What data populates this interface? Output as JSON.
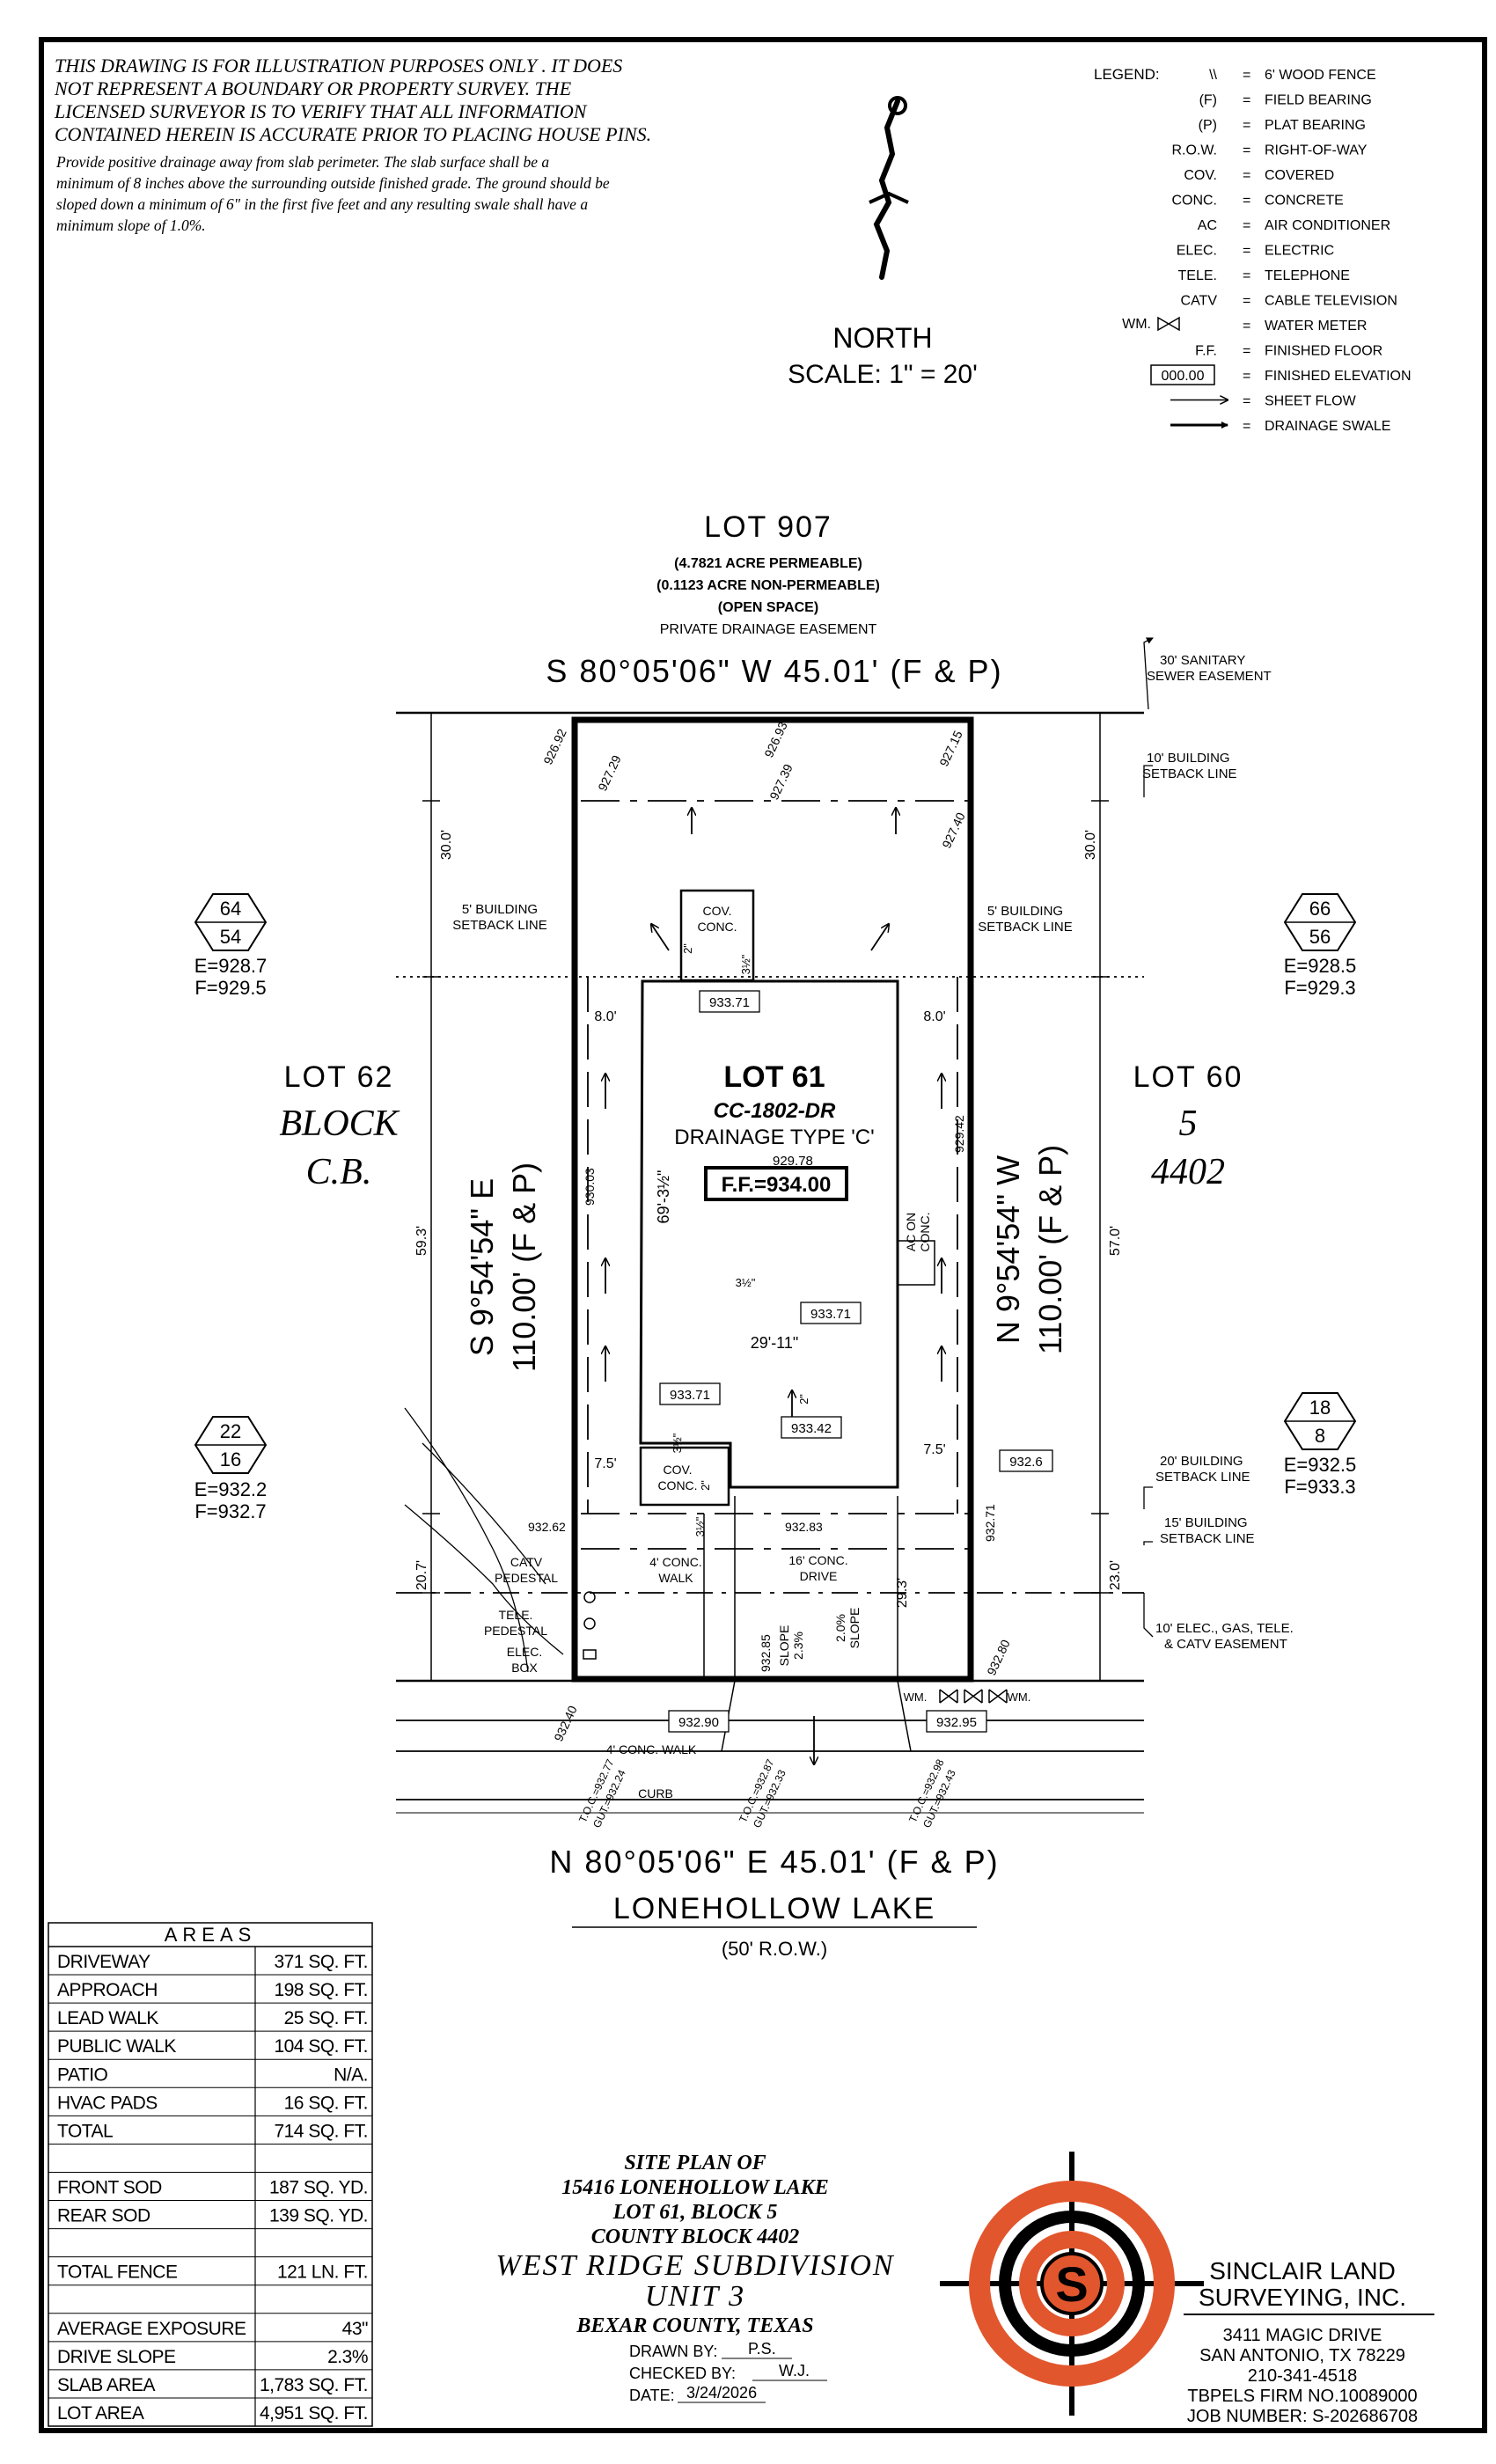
{
  "disclaimer": {
    "lines": [
      "THIS DRAWING IS FOR ILLUSTRATION PURPOSES ONLY . IT DOES",
      "NOT REPRESENT A BOUNDARY OR PROPERTY SURVEY. THE",
      "LICENSED SURVEYOR IS TO VERIFY THAT ALL INFORMATION",
      "CONTAINED HEREIN IS ACCURATE PRIOR TO PLACING HOUSE PINS."
    ],
    "drainage_lines": [
      "Provide positive drainage away from slab perimeter. The slab surface shall be a",
      "minimum of 8 inches above the surrounding outside finished grade. The ground should be",
      "sloped down a minimum of 6\" in the first five feet and any resulting swale shall have a",
      "minimum slope of 1.0%."
    ]
  },
  "north": {
    "label": "NORTH",
    "scale": "SCALE:  1\"  =  20'"
  },
  "legend": {
    "title": "LEGEND:",
    "items": [
      {
        "symbol": "\\\\",
        "eq": "=",
        "desc": "6' WOOD FENCE"
      },
      {
        "symbol": "(F)",
        "eq": "=",
        "desc": "FIELD BEARING"
      },
      {
        "symbol": "(P)",
        "eq": "=",
        "desc": "PLAT BEARING"
      },
      {
        "symbol": "R.O.W.",
        "eq": "=",
        "desc": "RIGHT-OF-WAY"
      },
      {
        "symbol": "COV.",
        "eq": "=",
        "desc": "COVERED"
      },
      {
        "symbol": "CONC.",
        "eq": "=",
        "desc": "CONCRETE"
      },
      {
        "symbol": "AC",
        "eq": "=",
        "desc": "AIR CONDITIONER"
      },
      {
        "symbol": "ELEC.",
        "eq": "=",
        "desc": "ELECTRIC"
      },
      {
        "symbol": "TELE.",
        "eq": "=",
        "desc": "TELEPHONE"
      },
      {
        "symbol": "CATV",
        "eq": "=",
        "desc": "CABLE TELEVISION"
      },
      {
        "symbol": "WM.",
        "eq": "=",
        "desc": "WATER METER"
      },
      {
        "symbol": "F.F.",
        "eq": "=",
        "desc": "FINISHED FLOOR"
      },
      {
        "symbol": "000.00",
        "eq": "=",
        "desc": "FINISHED ELEVATION"
      },
      {
        "symbol": "",
        "eq": "=",
        "desc": "SHEET FLOW"
      },
      {
        "symbol": "",
        "eq": "=",
        "desc": "DRAINAGE SWALE"
      }
    ]
  },
  "rear_lot": {
    "title": "LOT 907",
    "lines": [
      "(4.7821 ACRE PERMEABLE)",
      "(0.1123 ACRE NON-PERMEABLE)",
      "(OPEN SPACE)",
      "PRIVATE DRAINAGE EASEMENT"
    ]
  },
  "bearings": {
    "top": "S 80°05'06\" W 45.01' (F & P)",
    "bottom": "N 80°05'06\" E 45.01' (F & P)",
    "left_1": "S 9°54'54\" E",
    "left_2": "110.00' (F & P)",
    "right_1": "N 9°54'54\" W",
    "right_2": "110.00' (F & P)"
  },
  "easements": {
    "sanitary": [
      "30' SANITARY",
      "SEWER EASEMENT"
    ],
    "rear_setback": [
      "10' BUILDING",
      "SETBACK LINE"
    ],
    "side_left": [
      "5' BUILDING",
      "SETBACK LINE"
    ],
    "side_right": [
      "5' BUILDING",
      "SETBACK LINE"
    ],
    "front_20": [
      "20' BUILDING",
      "SETBACK LINE"
    ],
    "front_15": [
      "15' BUILDING",
      "SETBACK LINE"
    ],
    "utility": [
      "10' ELEC., GAS, TELE.",
      "& CATV EASEMENT"
    ]
  },
  "dims": {
    "rear_left": "30.0'",
    "rear_right": "30.0'",
    "side_left_8": "8.0'",
    "side_right_8": "8.0'",
    "depth_left": "59.3'",
    "depth_right": "57.0'",
    "front_left": "20.7'",
    "front_right": "23.0'",
    "side_left_75": "7.5'",
    "side_right_75": "7.5'",
    "house_depth": "69'-3½\"",
    "house_width": "29'-11\"",
    "drive_len": "29.3'",
    "dim_2a": "2\"",
    "dim_2b": "2\"",
    "dim_2c": "2\"",
    "step_a": "3½\"",
    "step_b": "3½\"",
    "step_c": "3½\"",
    "step_d": "3½\""
  },
  "spot_elevations": {
    "e1": "926.92",
    "e2": "927.29",
    "e3": "926.93",
    "e4": "927.39",
    "e5": "927.15",
    "e6": "927.40",
    "e7": "930.03",
    "e8": "929.42",
    "e9": "929.78",
    "e10": "932.62",
    "e11": "932.83",
    "e12": "932.71",
    "e13": "932.85",
    "e14": "932.80",
    "e15": "932.40",
    "toc1": "T.O.C.=932.77",
    "toc1b": "GUT.=932.24",
    "toc2": "T.O.C.=932.87",
    "toc2b": "GUT.=932.33",
    "toc3": "T.O.C.=932.98",
    "toc3b": "GUT.=932.43"
  },
  "boxed_elevations": {
    "b1": "933.71",
    "b2": "933.71",
    "b3": "933.71",
    "b4": "933.42",
    "b5": "932.6",
    "b6": "932.90",
    "b7": "932.95"
  },
  "lot": {
    "name": "LOT 61",
    "plan": "CC-1802-DR",
    "drainage": "DRAINAGE TYPE 'C'",
    "ff": "F.F.=934.00",
    "lot_left": "LOT 62",
    "block_left": "BLOCK",
    "cb_left": "C.B.",
    "lot_right": "LOT 60",
    "block_right": "5",
    "cb_right": "4402"
  },
  "neighbors": {
    "hex_tl": [
      "64",
      "54"
    ],
    "elev_tl": [
      "E=928.7",
      "F=929.5"
    ],
    "hex_tr": [
      "66",
      "56"
    ],
    "elev_tr": [
      "E=928.5",
      "F=929.3"
    ],
    "hex_bl": [
      "22",
      "16"
    ],
    "elev_bl": [
      "E=932.2",
      "F=932.7"
    ],
    "hex_br": [
      "18",
      "8"
    ],
    "elev_br": [
      "E=932.5",
      "F=933.3"
    ]
  },
  "features": {
    "cov_rear": [
      "COV.",
      "CONC."
    ],
    "cov_front": [
      "COV.",
      "CONC."
    ],
    "ac": [
      "AC ON",
      "CONC."
    ],
    "catv": [
      "CATV",
      "PEDESTAL"
    ],
    "tele": [
      "TELE.",
      "PEDESTAL"
    ],
    "elec": [
      "ELEC.",
      "BOX"
    ],
    "walk": [
      "4' CONC.",
      "WALK"
    ],
    "drive": [
      "16' CONC.",
      "DRIVE"
    ],
    "slope_a": [
      "SLOPE",
      "2.3%"
    ],
    "slope_b": [
      "2.0%",
      "SLOPE"
    ],
    "public_walk": "4' CONC. WALK",
    "curb": "CURB",
    "wm_left": "WM.",
    "wm_right": "WM."
  },
  "street": {
    "name": "LONEHOLLOW LAKE",
    "row": "(50' R.O.W.)"
  },
  "areas": {
    "title": "AREAS",
    "rows": [
      [
        "DRIVEWAY",
        "371 SQ. FT."
      ],
      [
        "APPROACH",
        "198 SQ. FT."
      ],
      [
        "LEAD WALK",
        "25 SQ. FT."
      ],
      [
        "PUBLIC WALK",
        "104 SQ. FT."
      ],
      [
        "PATIO",
        "N/A."
      ],
      [
        "HVAC PADS",
        "16 SQ. FT."
      ],
      [
        "TOTAL",
        "714 SQ. FT."
      ],
      [
        "",
        ""
      ],
      [
        "FRONT SOD",
        "187 SQ. YD."
      ],
      [
        "REAR SOD",
        "139 SQ. YD."
      ],
      [
        "",
        ""
      ],
      [
        "TOTAL FENCE",
        "121 LN. FT."
      ],
      [
        "",
        ""
      ],
      [
        "AVERAGE EXPOSURE",
        "43\""
      ],
      [
        "DRIVE SLOPE",
        "2.3%"
      ],
      [
        "SLAB AREA",
        "1,783 SQ. FT."
      ],
      [
        "LOT AREA",
        "4,951 SQ. FT."
      ]
    ]
  },
  "title_block": {
    "lines": [
      "SITE PLAN OF",
      "15416 LONEHOLLOW LAKE",
      "LOT 61, BLOCK 5",
      "COUNTY BLOCK 4402"
    ],
    "subdivision": "WEST RIDGE SUBDIVISION",
    "unit": "UNIT 3",
    "county": "BEXAR COUNTY, TEXAS",
    "drawn_label": "DRAWN BY:",
    "drawn": "P.S.",
    "checked_label": "CHECKED BY:",
    "checked": "W.J.",
    "date_label": "DATE:",
    "date": "3/24/2026"
  },
  "company": {
    "name_1": "SINCLAIR LAND",
    "name_2": "SURVEYING, INC.",
    "address_1": "3411 MAGIC DRIVE",
    "address_2": "SAN ANTONIO, TX 78229",
    "phone": "210-341-4518",
    "firm": "TBPELS FIRM NO.10089000",
    "job": "JOB NUMBER: S-202686708",
    "logo_letter": "S",
    "logo_color": "#e2562d"
  }
}
